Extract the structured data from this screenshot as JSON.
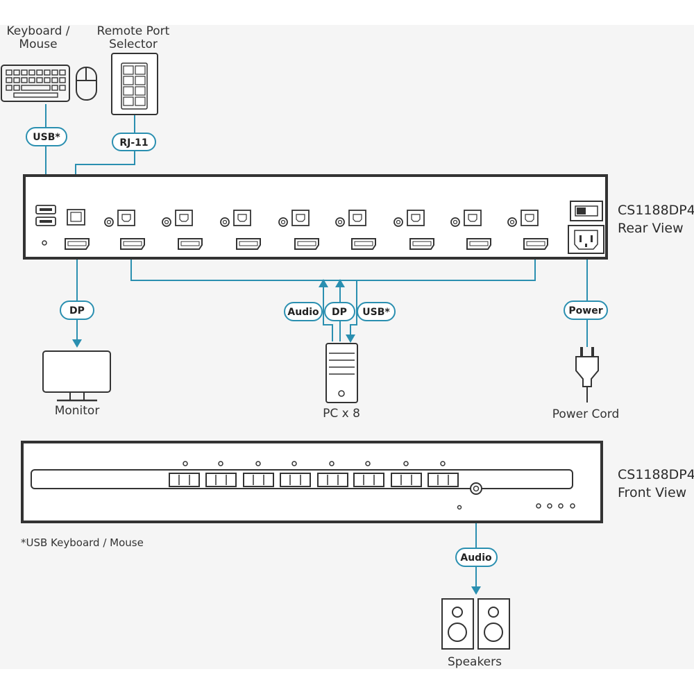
{
  "devices": {
    "keyboard_mouse": "Keyboard / Mouse",
    "keyboard_line1": "Keyboard /",
    "keyboard_line2": "Mouse",
    "remote_line1": "Remote Port",
    "remote_line2": "Selector",
    "monitor": "Monitor",
    "pc": "PC x 8",
    "power_cord": "Power Cord",
    "speakers": "Speakers"
  },
  "views": {
    "rear_model": "CS1188DP4",
    "rear_view": "Rear View",
    "front_model": "CS1188DP4",
    "front_view": "Front View"
  },
  "connections": {
    "usb_keyboard": "USB*",
    "rj11": "RJ-11",
    "dp_monitor": "DP",
    "audio_pc": "Audio",
    "dp_pc": "DP",
    "usb_pc": "USB*",
    "power": "Power",
    "audio_speakers": "Audio"
  },
  "footnote": "*USB Keyboard / Mouse",
  "colors": {
    "cable": "#2a8fb0",
    "pill_border": "#2a8fb0",
    "device": "#333333",
    "background_band": "#f5f5f5"
  },
  "icons": [
    "keyboard-icon",
    "mouse-icon",
    "remote-port-selector-icon",
    "monitor-icon",
    "pc-tower-icon",
    "power-plug-icon",
    "speakers-icon"
  ]
}
